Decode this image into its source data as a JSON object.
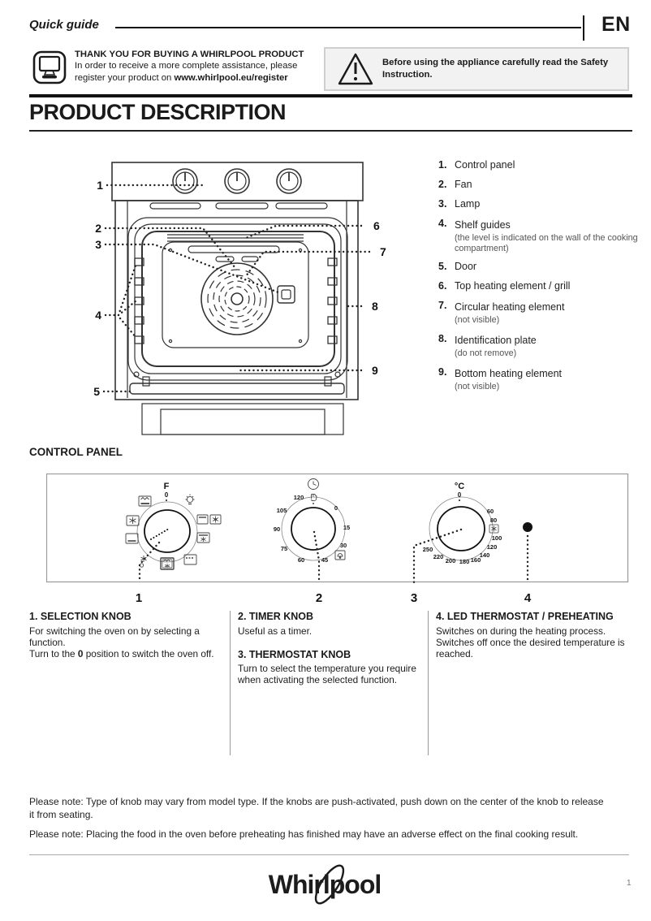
{
  "header": {
    "doc_type": "Quick guide",
    "language": "EN"
  },
  "thank_you": {
    "title": "THANK YOU FOR BUYING A WHIRLPOOL PRODUCT",
    "line1": "In order to receive a more complete assistance, please",
    "line2_prefix": "register your product on ",
    "register_url": "www.whirlpool.eu/register"
  },
  "warning": {
    "text": "Before using the appliance carefully read the Safety Instruction."
  },
  "product_description": {
    "title": "PRODUCT DESCRIPTION",
    "parts": [
      {
        "num": "1.",
        "label": "Control panel",
        "note": ""
      },
      {
        "num": "2.",
        "label": "Fan",
        "note": ""
      },
      {
        "num": "3.",
        "label": "Lamp",
        "note": ""
      },
      {
        "num": "4.",
        "label": "Shelf guides",
        "note": "(the level is indicated on the wall of the cooking compartment)"
      },
      {
        "num": "5.",
        "label": "Door",
        "note": ""
      },
      {
        "num": "6.",
        "label": "Top heating element / grill",
        "note": ""
      },
      {
        "num": "7.",
        "label": "Circular heating element",
        "note": "(not visible)"
      },
      {
        "num": "8.",
        "label": "Identification plate",
        "note": "(do not remove)"
      },
      {
        "num": "9.",
        "label": "Bottom heating element",
        "note": "(not visible)"
      }
    ],
    "callouts": [
      "1",
      "2",
      "3",
      "4",
      "5",
      "6",
      "7",
      "8",
      "9"
    ]
  },
  "control_panel": {
    "title": "CONTROL PANEL",
    "selection_knob": {
      "label": "F",
      "zero": "0"
    },
    "timer_knob": {
      "ticks": [
        "0",
        "15",
        "30",
        "45",
        "60",
        "75",
        "90",
        "105",
        "120"
      ]
    },
    "thermostat_knob": {
      "unit": "°C",
      "zero": "0",
      "ticks": [
        "60",
        "80",
        "100",
        "120",
        "140",
        "160",
        "180",
        "200",
        "220",
        "250"
      ]
    },
    "knob_numbers": [
      "1",
      "2",
      "3",
      "4"
    ]
  },
  "knob_descriptions": {
    "selection": {
      "heading": "1. SELECTION KNOB",
      "body1": "For switching the oven on by selecting a function.",
      "body2_prefix": "Turn to the ",
      "body2_bold": "0",
      "body2_suffix": " position to switch the oven off."
    },
    "timer": {
      "heading": "2. TIMER KNOB",
      "body": "Useful as a timer."
    },
    "thermostat": {
      "heading": "3. THERMOSTAT KNOB",
      "body": "Turn to select the temperature you require when activating the selected function."
    },
    "led": {
      "heading": "4. LED THERMOSTAT / PREHEATING",
      "body": "Switches on during the heating process. Switches off once the desired temperature is reached."
    }
  },
  "notes": [
    "Please note: Type of knob may vary from model type. If the knobs are push-activated, push down on the center of the knob to release it from seating.",
    "Please note: Placing the food in the oven before preheating has finished may have an adverse effect on the final cooking result."
  ],
  "footer": {
    "logo": "Whirlpool",
    "page_number": "1"
  },
  "colors": {
    "text": "#1a1a1a",
    "note_gray": "#555555",
    "warning_bg": "#f2f2f2",
    "warning_border": "#cfcfcf",
    "rule": "#111111"
  }
}
